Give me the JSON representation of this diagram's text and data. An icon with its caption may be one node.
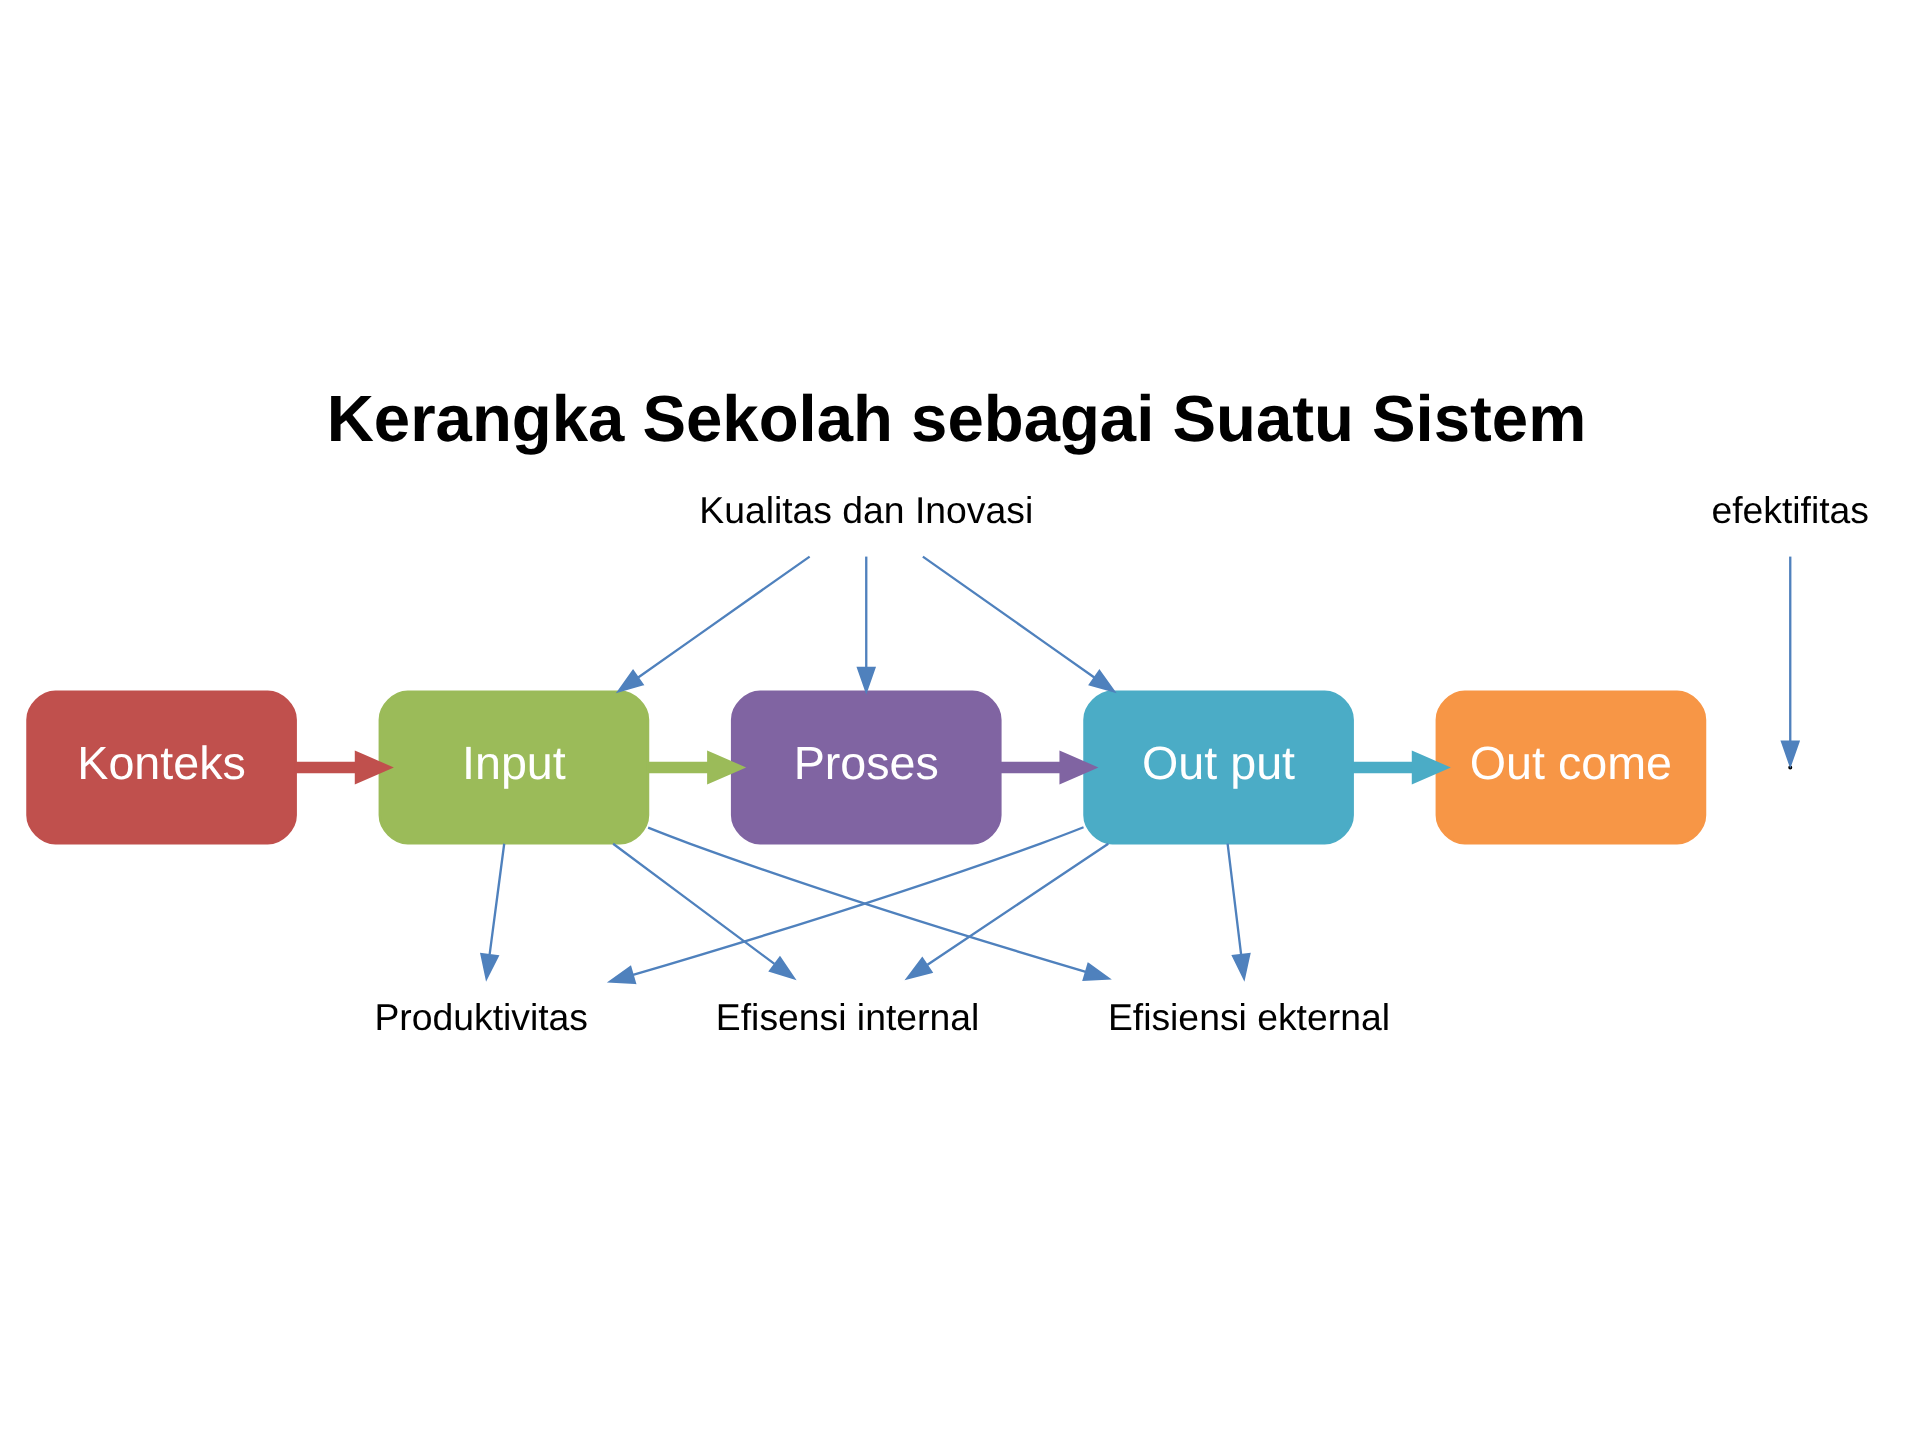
{
  "diagram": {
    "title": "Kerangka Sekolah sebagai Suatu Sistem",
    "nodes": [
      {
        "text": [
          "Konteks"
        ]
      },
      {
        "text": [
          "Input"
        ]
      },
      {
        "text": [
          "Proses"
        ]
      },
      {
        "text": [
          "Out put"
        ]
      },
      {
        "text": [
          "Out come"
        ]
      },
      {
        "text": [
          "Kualitas dan Inovasi"
        ]
      },
      {
        "text": [
          "Produktivitas"
        ]
      },
      {
        "text": [
          "Efisensi internal"
        ]
      },
      {
        "text": [
          "Efisiensi ekternal"
        ]
      },
      {
        "text": [
          "efektifitas"
        ]
      }
    ],
    "edges": [
      {
        "from": 0,
        "to": 1,
        "arrow": "to",
        "style": "thick",
        "color": "#c0504d"
      },
      {
        "from": 1,
        "to": 2,
        "arrow": "to",
        "style": "thick",
        "color": "#9bbb59"
      },
      {
        "from": 2,
        "to": 3,
        "arrow": "to",
        "style": "thick",
        "color": "#8064a2"
      },
      {
        "from": 3,
        "to": 4,
        "arrow": "to",
        "style": "thick",
        "color": "#4bacc6"
      },
      {
        "from": 5,
        "to": 1,
        "arrow": "to"
      },
      {
        "from": 5,
        "to": 2,
        "arrow": "to"
      },
      {
        "from": 5,
        "to": 3,
        "arrow": "to"
      },
      {
        "from": 1,
        "to": 6,
        "arrow": "to"
      },
      {
        "from": 1,
        "to": 7,
        "arrow": "to"
      },
      {
        "from": 1,
        "to": 8,
        "arrow": "to"
      },
      {
        "from": 3,
        "to": 6,
        "arrow": "to"
      },
      {
        "from": 3,
        "to": 7,
        "arrow": "to"
      },
      {
        "from": 3,
        "to": 8,
        "arrow": "to"
      },
      {
        "from": 9,
        "to": null,
        "arrow": "to"
      }
    ]
  }
}
